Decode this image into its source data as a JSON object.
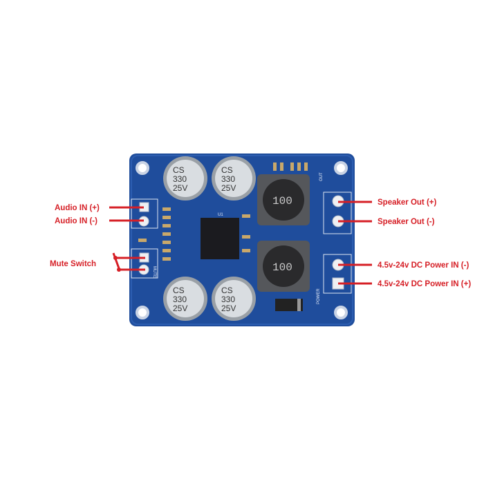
{
  "colors": {
    "annotation": "#d61f26",
    "pcb": "#1f4d9c"
  },
  "annotations": {
    "audio_in_plus": "Audio IN (+)",
    "audio_in_minus": "Audio IN (-)",
    "mute_switch": "Mute Switch",
    "speaker_out_plus": "Speaker Out (+)",
    "speaker_out_minus": "Speaker Out (-)",
    "power_in_minus": "4.5v-24v DC Power IN (-)",
    "power_in_plus": "4.5v-24v DC Power IN (+)"
  },
  "board": {
    "capacitor_text": [
      "CS",
      "330",
      "25V"
    ],
    "inductor_text": "100",
    "out_label": "OUT",
    "power_label": "POWER",
    "mute_label": "MUTE",
    "chip_label": "U1"
  }
}
